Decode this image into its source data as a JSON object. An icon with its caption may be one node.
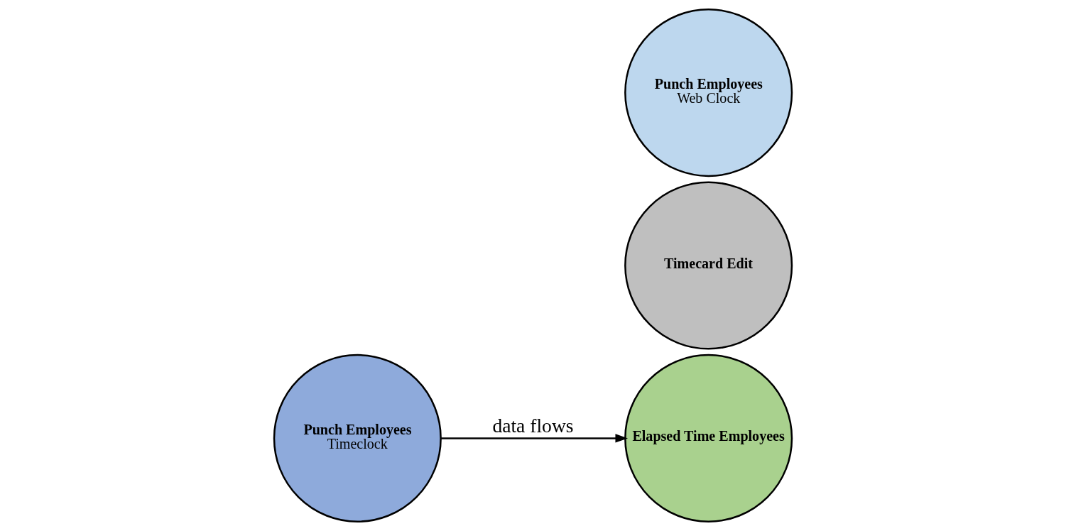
{
  "diagram": {
    "nodes": [
      {
        "text": [
          "Punch Employees",
          "Timeclock"
        ]
      },
      {
        "text": [
          "Elapsed Time Employees"
        ]
      },
      {
        "text": [
          "Timecard Edit"
        ]
      },
      {
        "text": [
          "Punch Employees",
          "Web Clock"
        ]
      }
    ],
    "edges": [
      {
        "from": 0,
        "to": 1,
        "arrow": "to",
        "label": "data flows"
      }
    ]
  }
}
